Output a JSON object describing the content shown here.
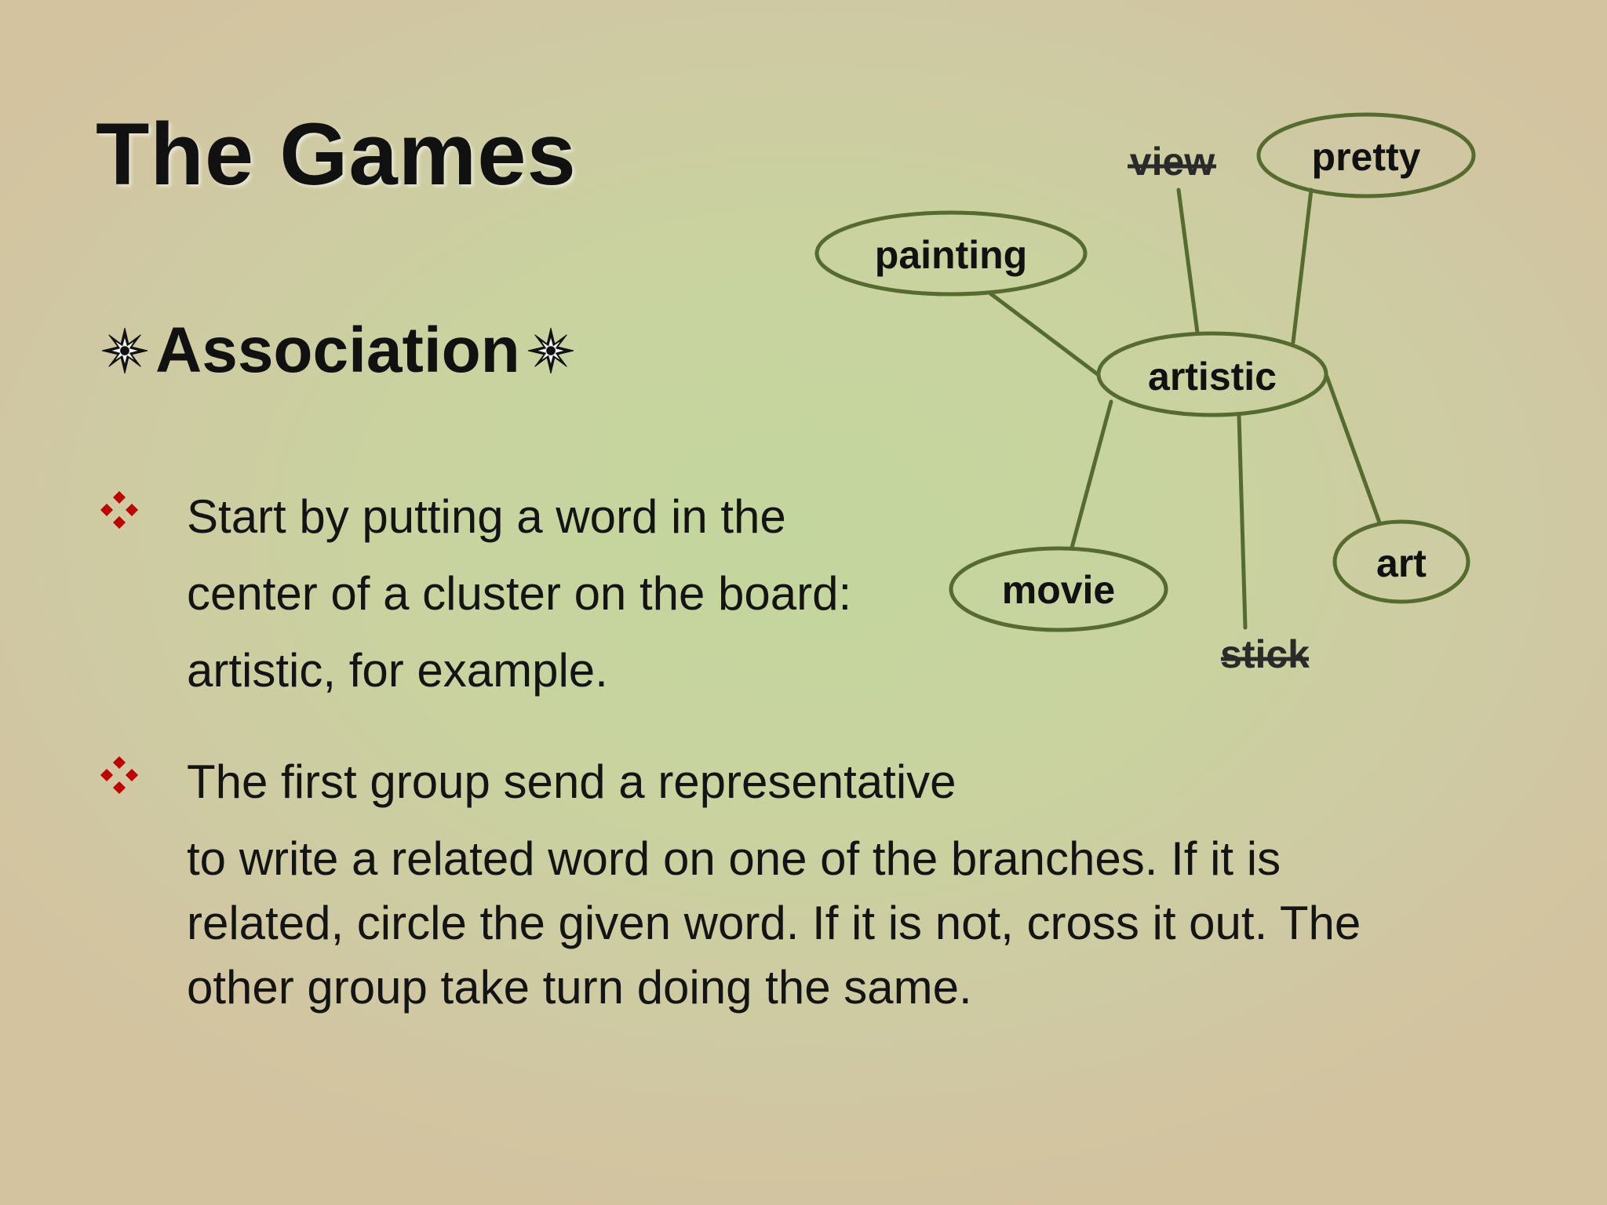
{
  "slide": {
    "title": "The Games",
    "subtitle": "Association",
    "bullets": [
      {
        "lines": [
          "Start by putting a word in the",
          "center of a cluster on the board:",
          "artistic, for example."
        ]
      },
      {
        "lines": [
          "The first group send a representative",
          "to write a related word on one of the branches. If it is",
          "related, circle the given word. If it is not, cross it out. The",
          "other group take turn doing the same."
        ]
      }
    ]
  },
  "diagram": {
    "center": "artistic",
    "circled_words": [
      "pretty",
      "painting",
      "movie",
      "art"
    ],
    "crossed_out_words": [
      "view",
      "stick"
    ]
  },
  "colors": {
    "outline": "#556b2f",
    "bullet": "#c00000",
    "text": "#111111"
  },
  "icons": {
    "subtitle_ornament": "star-flower-icon",
    "bullet": "four-diamond-bullet-icon"
  }
}
